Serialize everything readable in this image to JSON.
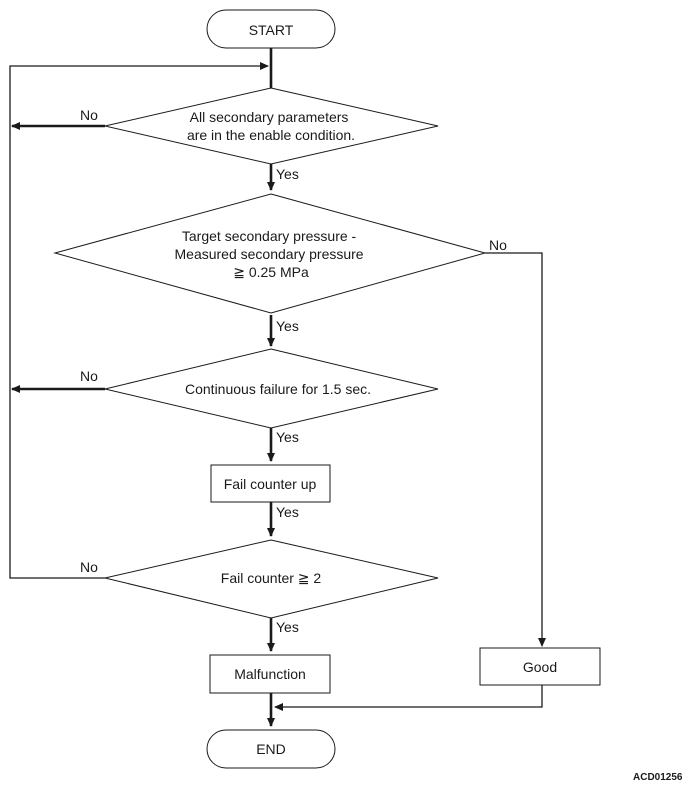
{
  "nodes": {
    "start": "START",
    "d1": [
      "All secondary parameters",
      "are in the enable condition."
    ],
    "d2": [
      "Target secondary pressure -",
      "Measured secondary pressure",
      "≧ 0.25 MPa"
    ],
    "d3": "Continuous failure for 1.5 sec.",
    "p1": "Fail counter up",
    "d4": "Fail counter ≧ 2",
    "malfunction": "Malfunction",
    "good": "Good",
    "end": "END"
  },
  "labels": {
    "no_d1": "No",
    "yes_d1": "Yes",
    "no_d2": "No",
    "yes_d2": "Yes",
    "no_d3": "No",
    "yes_d3": "Yes",
    "yes_p1": "Yes",
    "no_d4": "No",
    "yes_d4": "Yes"
  },
  "ref_code": "ACD01256",
  "colors": {
    "line": "#1a1a1a",
    "background": "#ffffff"
  }
}
